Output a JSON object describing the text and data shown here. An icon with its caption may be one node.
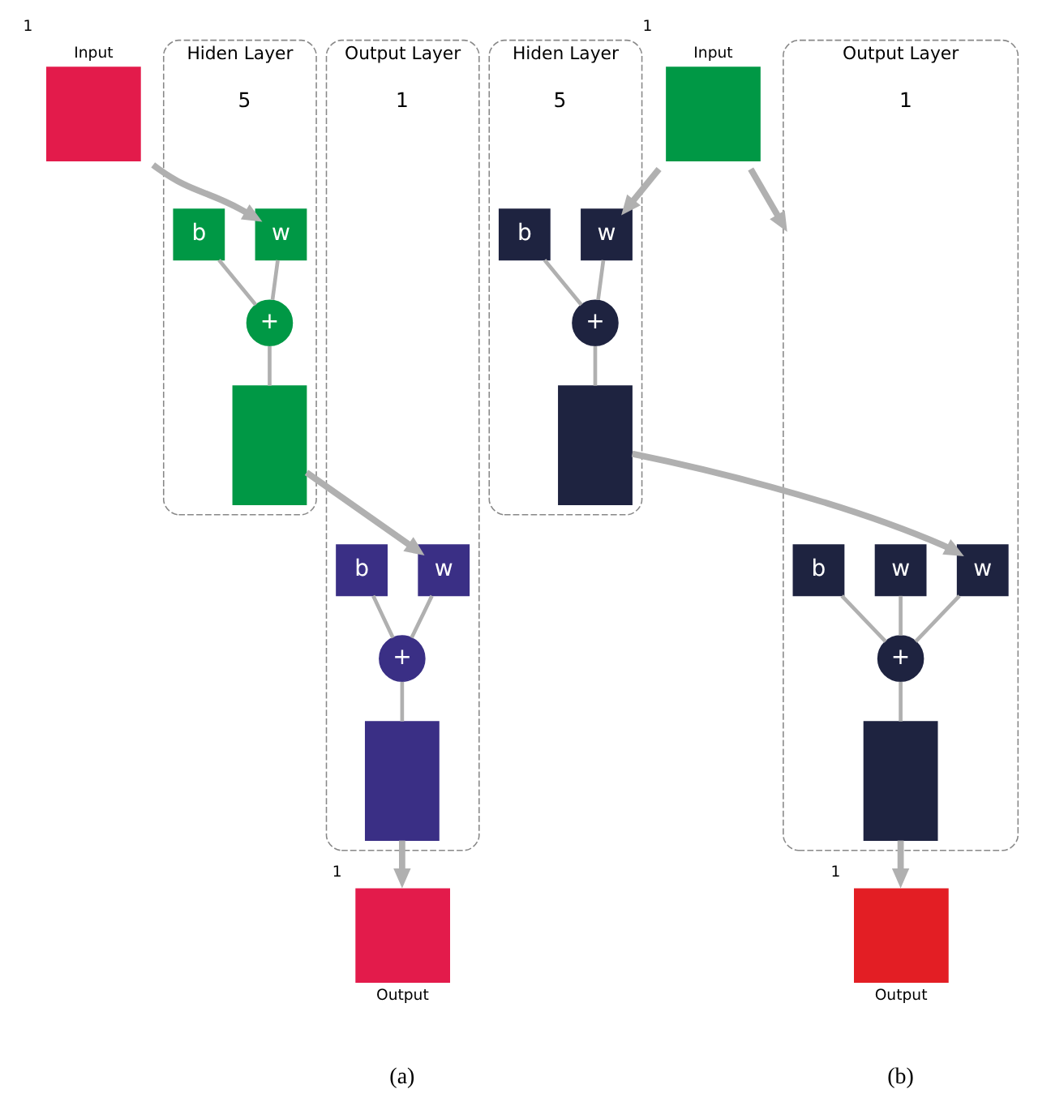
{
  "diagram": {
    "nodes": [
      {
        "text": [
          "Input"
        ],
        "beside": [
          "1"
        ]
      },
      {
        "text": [
          "Hiden Layer"
        ],
        "beside": [
          "5"
        ]
      },
      {
        "text": [
          "w"
        ],
        "in": 1
      },
      {
        "text": [
          "b"
        ],
        "in": 1
      },
      {
        "text": [
          "+"
        ],
        "in": 1
      },
      {
        "text": [],
        "shape": "box",
        "in": 1
      },
      {
        "text": [
          "Output Layer"
        ],
        "beside": [
          "1"
        ]
      },
      {
        "text": [
          "w"
        ],
        "in": 6
      },
      {
        "text": [
          "b"
        ],
        "in": 6
      },
      {
        "text": [
          "+"
        ],
        "in": 6
      },
      {
        "text": [],
        "shape": "box",
        "in": 6
      },
      {
        "text": [
          "Output"
        ],
        "beside": [
          "1"
        ]
      },
      {
        "text": [
          "Input"
        ],
        "beside": [
          "1"
        ]
      },
      {
        "text": [
          "Hiden Layer"
        ],
        "beside": [
          "5"
        ]
      },
      {
        "text": [
          "w"
        ],
        "in": 13
      },
      {
        "text": [
          "b"
        ],
        "in": 13
      },
      {
        "text": [
          "+"
        ],
        "in": 13
      },
      {
        "text": [],
        "shape": "box",
        "in": 13
      },
      {
        "text": [
          "Output Layer"
        ],
        "beside": [
          "1"
        ]
      },
      {
        "text": [
          "w"
        ],
        "in": 18
      },
      {
        "text": [
          "w"
        ],
        "in": 18
      },
      {
        "text": [
          "b"
        ],
        "in": 18
      },
      {
        "text": [
          "+"
        ],
        "in": 18
      },
      {
        "text": [],
        "shape": "box",
        "in": 18
      },
      {
        "text": [
          "Output"
        ],
        "beside": [
          "1"
        ]
      }
    ],
    "edges": [
      {
        "from": 0,
        "to": 2,
        "arrow": "to"
      },
      {
        "from": 2,
        "to": 4,
        "arrow": "none"
      },
      {
        "from": 3,
        "to": 4,
        "arrow": "none"
      },
      {
        "from": 4,
        "to": 5,
        "arrow": "none"
      },
      {
        "from": 5,
        "to": 7,
        "arrow": "to"
      },
      {
        "from": 7,
        "to": 9,
        "arrow": "none"
      },
      {
        "from": 8,
        "to": 9,
        "arrow": "none"
      },
      {
        "from": 9,
        "to": 10,
        "arrow": "none"
      },
      {
        "from": 10,
        "to": 11,
        "arrow": "to"
      },
      {
        "from": 12,
        "to": 14,
        "arrow": "to"
      },
      {
        "from": 12,
        "to": 18,
        "arrow": "to"
      },
      {
        "from": 14,
        "to": 16,
        "arrow": "none"
      },
      {
        "from": 15,
        "to": 16,
        "arrow": "none"
      },
      {
        "from": 16,
        "to": 17,
        "arrow": "none"
      },
      {
        "from": 17,
        "to": 19,
        "arrow": "to"
      },
      {
        "from": 19,
        "to": 22,
        "arrow": "none"
      },
      {
        "from": 20,
        "to": 22,
        "arrow": "none"
      },
      {
        "from": 21,
        "to": 22,
        "arrow": "none"
      },
      {
        "from": 22,
        "to": 23,
        "arrow": "none"
      },
      {
        "from": 23,
        "to": 24,
        "arrow": "to"
      }
    ],
    "labels": [
      "(a)",
      "(b)"
    ]
  }
}
